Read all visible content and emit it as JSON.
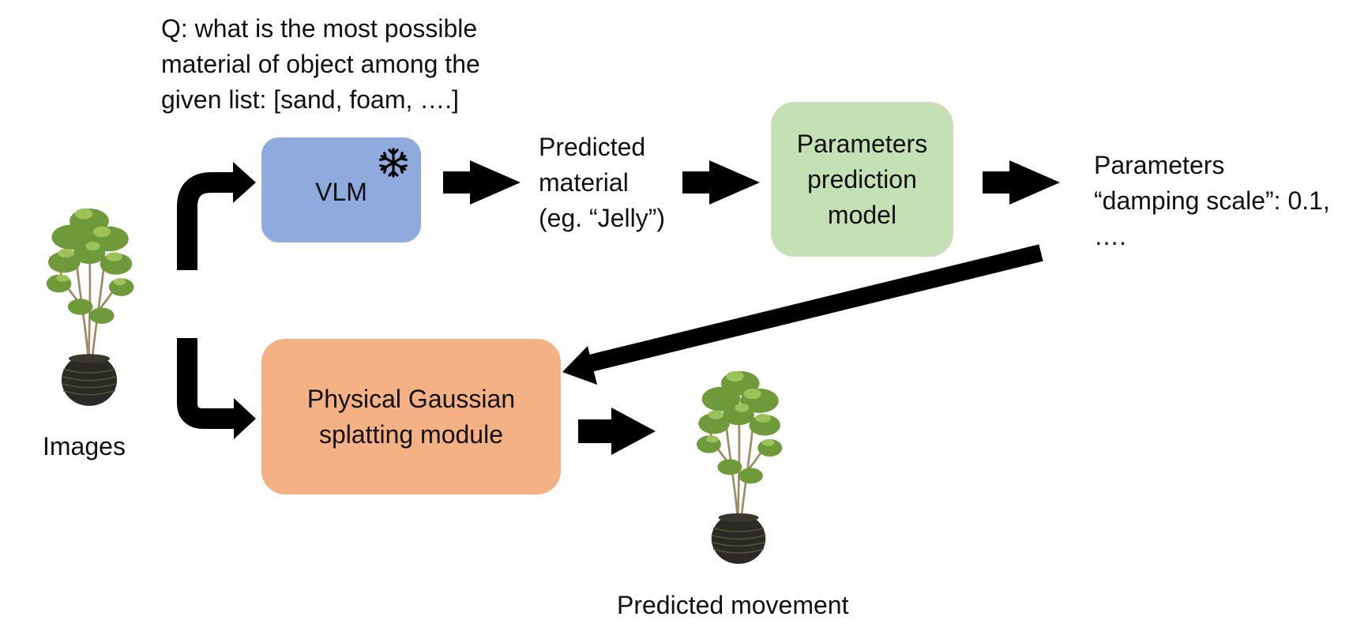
{
  "query": {
    "lines": [
      "Q: what is the most possible",
      "material of object among the",
      "given list: [sand, foam, ….]"
    ]
  },
  "vlm": {
    "label": "VLM",
    "frozen_icon": "snowflake-icon"
  },
  "predicted_material": {
    "lines": [
      "Predicted",
      "material",
      "(eg. “Jelly”)"
    ]
  },
  "param_model": {
    "lines": [
      "Parameters",
      "prediction",
      "model"
    ]
  },
  "parameters_output": {
    "lines": [
      "Parameters",
      "“damping scale”: 0.1,",
      "…."
    ]
  },
  "gaussian_module": {
    "lines": [
      "Physical Gaussian",
      "splatting module"
    ]
  },
  "images_label": "Images",
  "predicted_movement_label": "Predicted movement",
  "colors": {
    "vlm_box": "#8faadc",
    "param_box": "#c5e0b4",
    "gaussian_box": "#f4b183",
    "arrow": "#000000"
  },
  "icons": [
    "snowflake-icon",
    "potted-plant-image"
  ]
}
